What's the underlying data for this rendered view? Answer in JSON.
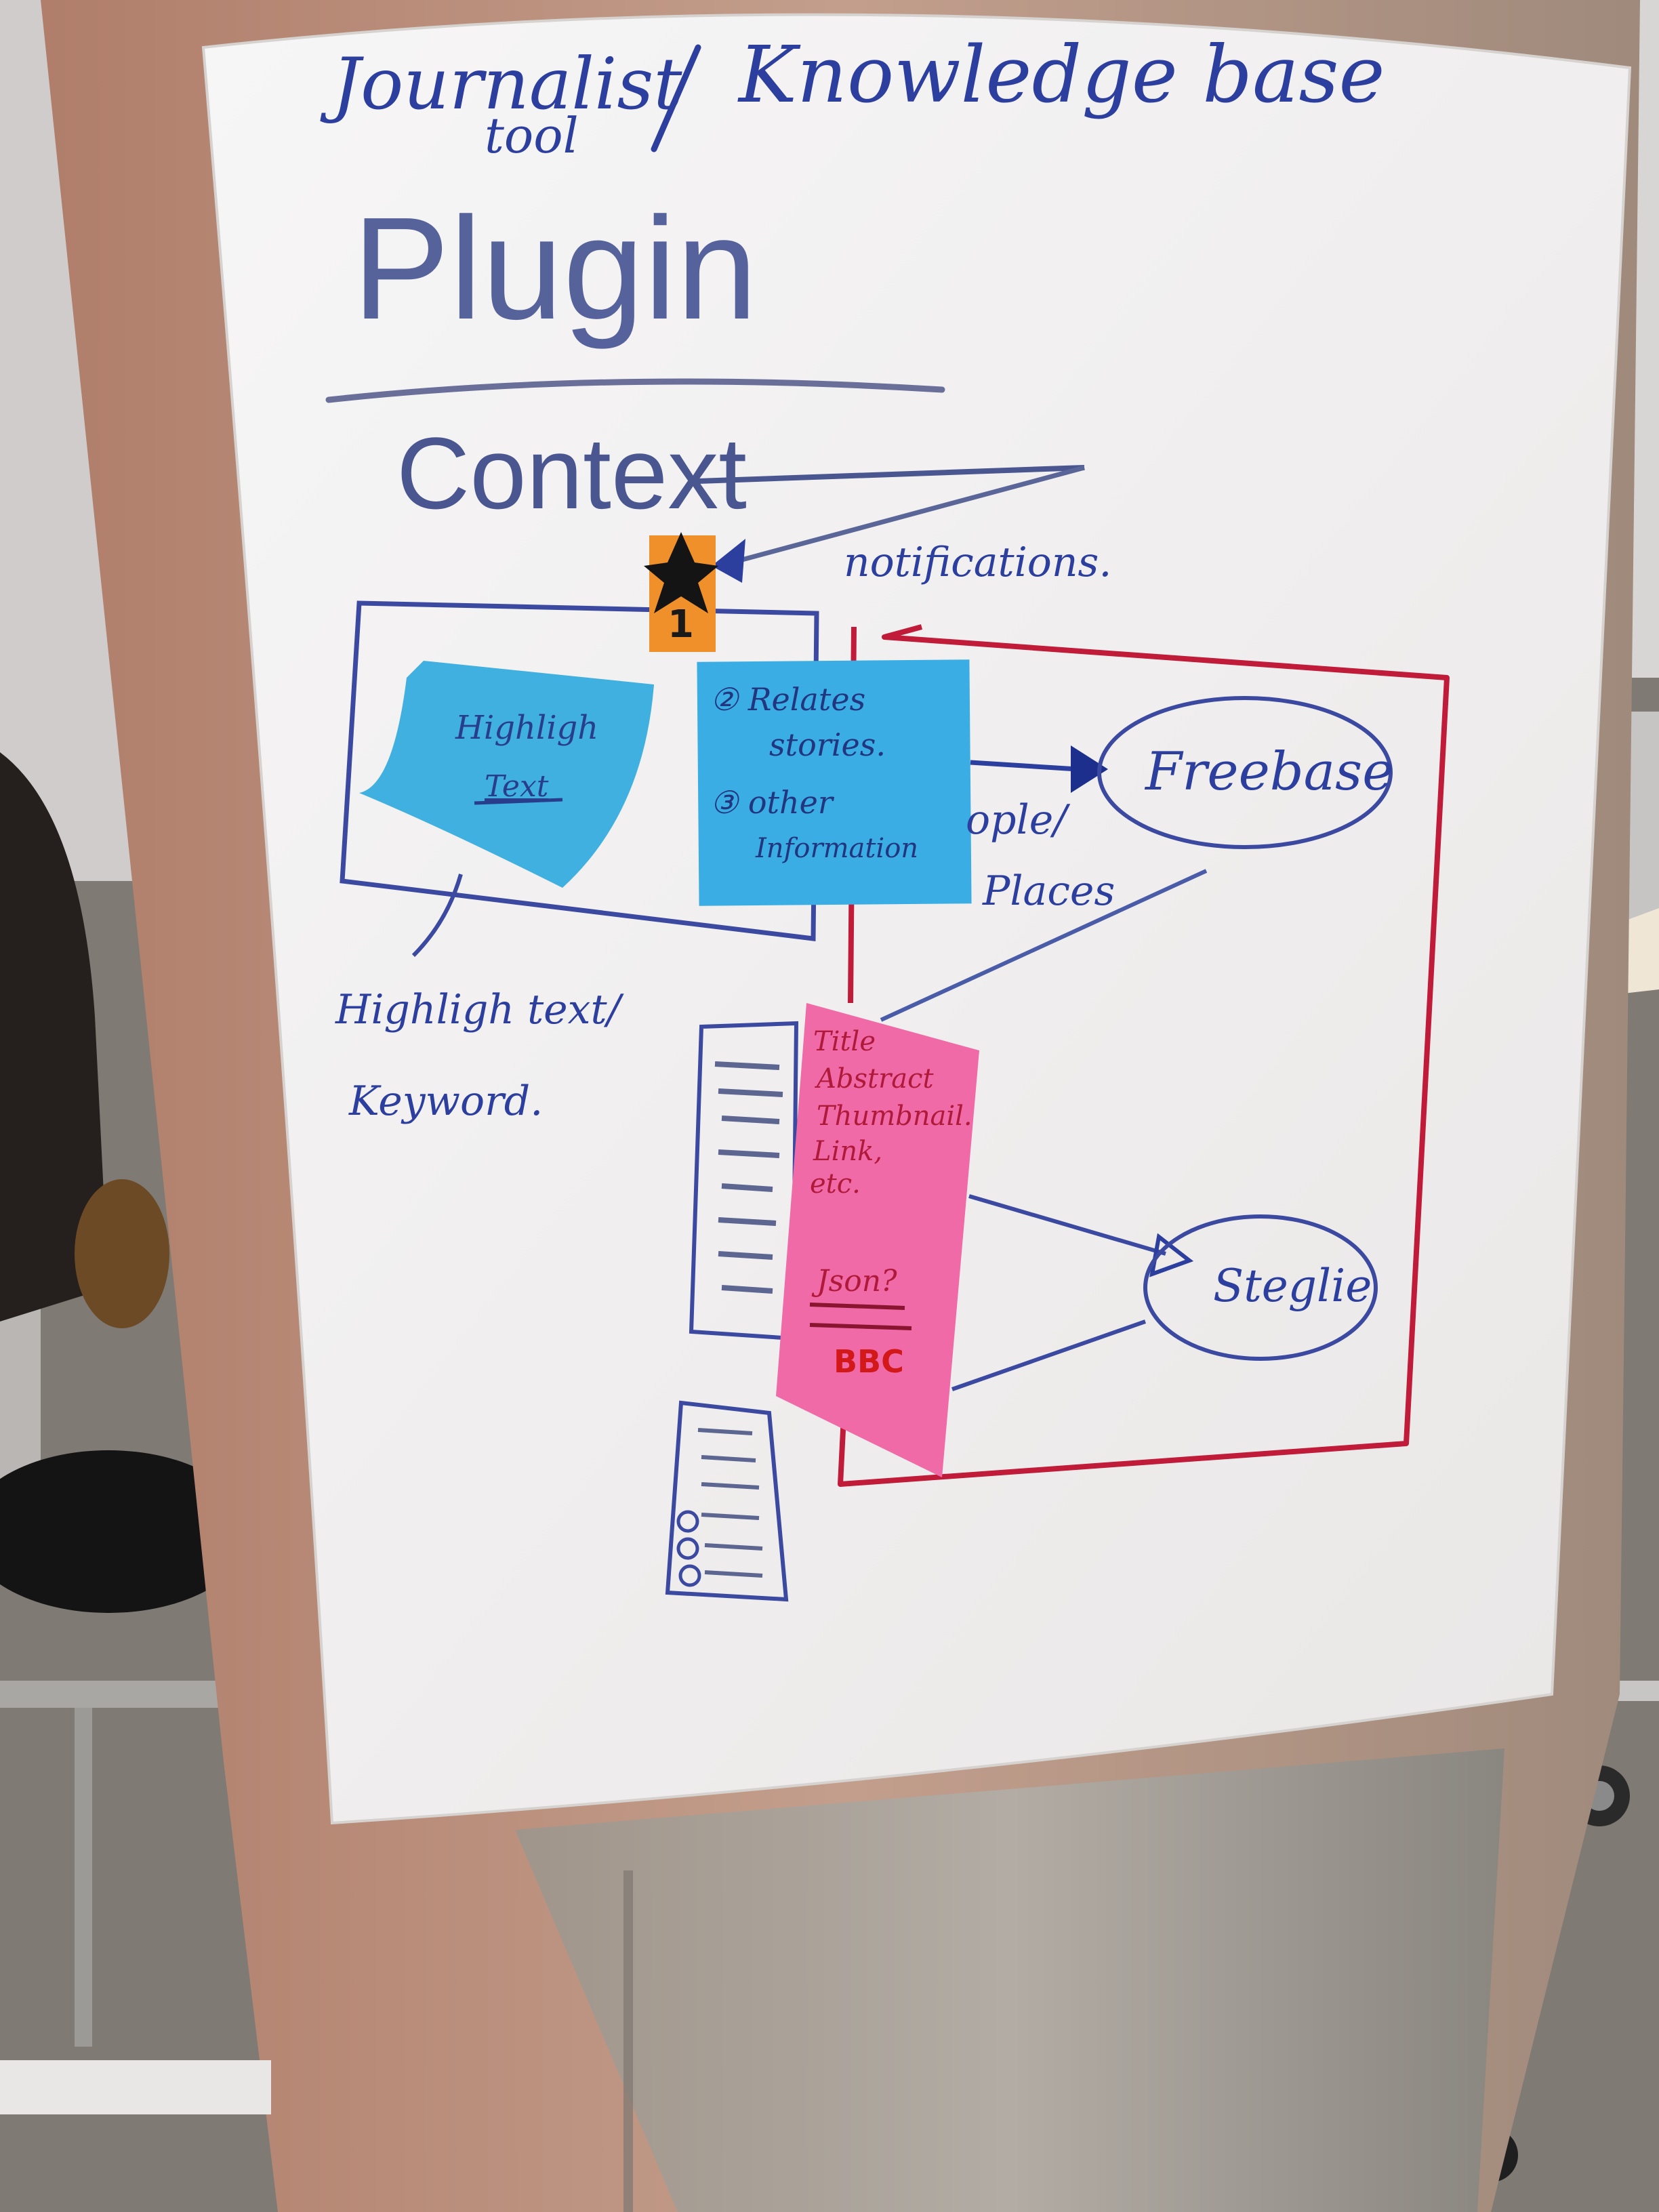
{
  "poster": {
    "heading_left_line1": "Journalist",
    "heading_left_line2": "tool",
    "heading_right": "Knowledge base",
    "subtitle": "Plugin",
    "context_word": "Context",
    "notifications": "notifications.",
    "highlight_caption_line1": "Highligh text/",
    "highlight_caption_line2": "Keyword.",
    "people_places_line1": "ople/",
    "people_places_line2": "Places",
    "freebase": "Freebase",
    "stanglue": "Steglie"
  },
  "notes": {
    "orange": {
      "label": "1",
      "color": "#f0902a"
    },
    "blue_left": {
      "line1": "Highligh",
      "line2": "Text",
      "color": "#3fb0e0"
    },
    "blue_right": {
      "line1": "② Relates",
      "line2": "stories.",
      "line3": "③ other",
      "line4": "Information",
      "color": "#3aaee4"
    },
    "pink": {
      "line1": "Title",
      "line2": "Abstract",
      "line3": "Thumbnail.",
      "line4": "Link,",
      "line5": "etc.",
      "line6": "Json?",
      "line7": "BBC",
      "color": "#f06aa8"
    }
  },
  "colors": {
    "ink_blue": "#2c3f9e",
    "ink_red": "#c11b3a",
    "paper": "#f4f3f2",
    "pillar": "#b78f7e"
  }
}
